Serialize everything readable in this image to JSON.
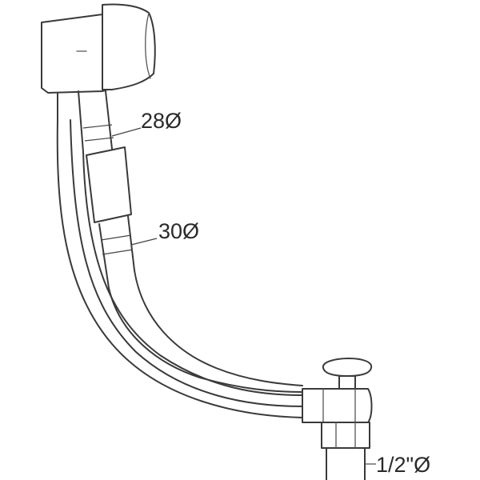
{
  "labels": {
    "dim_28": "28Ø",
    "dim_30": "30Ø",
    "dim_half": "1/2\"Ø"
  },
  "colors": {
    "line": "#3a3a3a",
    "background": "#ffffff"
  }
}
